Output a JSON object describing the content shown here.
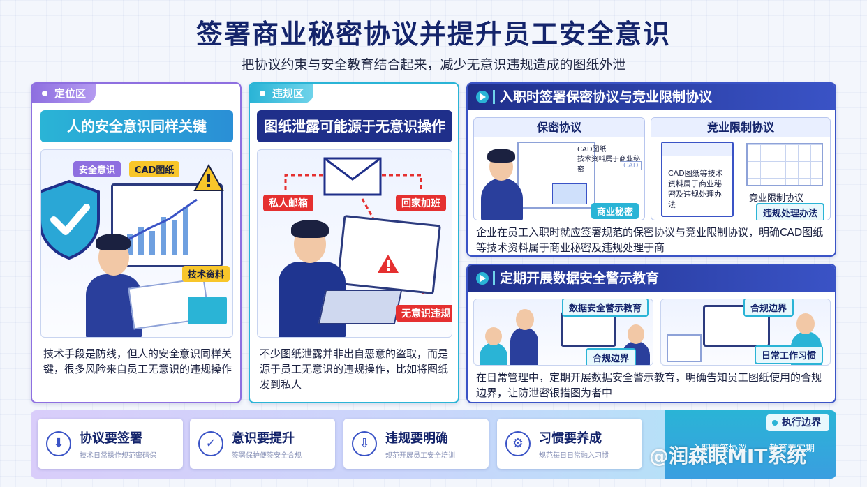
{
  "title": "签署商业秘密协议并提升员工安全意识",
  "subtitle": "把协议约束与安全教育结合起来，减少无意识违规造成的图纸外泄",
  "panel_positioning": {
    "tab": "定位区",
    "banner": "人的安全意识同样关键",
    "labels": {
      "security_awareness": "安全意识",
      "cad_drawing": "CAD图纸",
      "tech_data": "技术资料"
    },
    "text": "技术手段是防线，但人的安全意识同样关键，很多风险来自员工无意识的违规操作"
  },
  "panel_violation": {
    "tab": "违规区",
    "banner": "图纸泄露可能源于无意识操作",
    "labels": {
      "private_email": "私人邮箱",
      "home_overtime": "回家加班",
      "unconscious_violation": "无意识违规"
    },
    "text": "不少图纸泄露并非出自恶意的盗取，而是源于员工无意识的违规操作，比如将图纸发到私人"
  },
  "section_agreement": {
    "heading": "入职时签署保密协议与竞业限制协议",
    "confidentiality": {
      "title": "保密协议",
      "doc_lines": [
        "CAD图纸",
        "技术资料属于商业秘密"
      ],
      "badge": "CAD",
      "label": "商业秘密"
    },
    "noncompete": {
      "title": "竞业限制协议",
      "doc_text": "CAD图纸等技术资料属于商业秘密及违规处理办法",
      "side_label": "竞业限制协议",
      "label": "违规处理办法"
    },
    "text": "企业在员工入职时就应签署规范的保密协议与竞业限制协议，明确CAD图纸等技术资料属于商业秘密及违规处理于商"
  },
  "section_education": {
    "heading": "定期开展数据安全警示教育",
    "labels": {
      "education": "数据安全警示教育",
      "compliance_left": "合规边界",
      "compliance_right": "合规边界",
      "daily_habits": "日常工作习惯"
    },
    "text": "在日常管理中，定期开展数据安全警示教育，明确告知员工图纸使用的合规边界，让防泄密银措图为者中"
  },
  "bottom_cards": [
    {
      "title": "协议要签署",
      "sub": "技术日常操作规范密码保",
      "icon": "download-icon"
    },
    {
      "title": "意识要提升",
      "sub": "签署保护便签安全合规",
      "icon": "shield-check-icon"
    },
    {
      "title": "违规要明确",
      "sub": "规范开展员工安全培训",
      "icon": "shield-down-icon"
    },
    {
      "title": "习惯要养成",
      "sub": "规范每日日常融入习惯",
      "icon": "gear-icon"
    }
  ],
  "exec_boundary": {
    "tab": "执行边界",
    "items": [
      "入职要签协议",
      "教育要定期"
    ]
  },
  "watermark": "@润森眼MIT系统",
  "colors": {
    "navy": "#14246b",
    "purple": "#8e6fe0",
    "cyan": "#2ab4d6",
    "blue": "#3a53c6",
    "red": "#e53030",
    "yellow": "#f8c62a"
  }
}
